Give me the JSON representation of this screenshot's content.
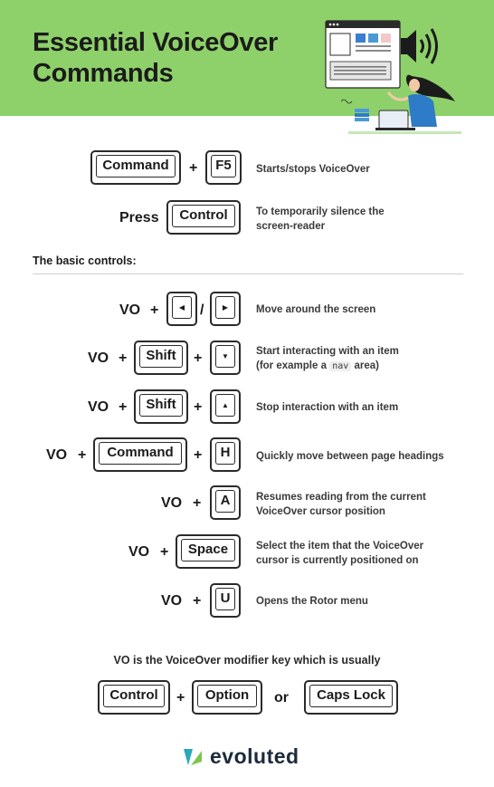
{
  "header": {
    "title_line1": "Essential VoiceOver",
    "title_line2": "Commands"
  },
  "commands_top": [
    {
      "keys": [
        "Command",
        "F5"
      ],
      "description": "Starts/stops VoiceOver"
    },
    {
      "prefix": "Press",
      "keys": [
        "Control"
      ],
      "description_line1": "To temporarily silence the",
      "description_line2": "screen-reader"
    }
  ],
  "section_label": "The basic controls:",
  "vo_label": "VO",
  "plus": "+",
  "slash": "/",
  "or_label": "or",
  "controls": [
    {
      "keys": [
        "◀",
        "▶"
      ],
      "icons": [
        "left-arrow-key",
        "right-arrow-key"
      ],
      "description_line1": "Move around the screen",
      "description_line2": ""
    },
    {
      "keys": [
        "Shift",
        "▼"
      ],
      "icons": [
        "down-arrow-key"
      ],
      "description_line1": "Start interacting with an item",
      "description_line2_pre": "(for example a",
      "description_code": "nav",
      "description_line2_post": "area)"
    },
    {
      "keys": [
        "Shift",
        "▲"
      ],
      "icons": [
        "up-arrow-key"
      ],
      "description_line1": "Stop interaction with an item",
      "description_line2": ""
    },
    {
      "keys": [
        "Command",
        "H"
      ],
      "description_line1": "Quickly move between page headings",
      "description_line2": ""
    },
    {
      "keys": [
        "A"
      ],
      "description_line1": "Resumes reading from the current",
      "description_line2": "VoiceOver cursor position"
    },
    {
      "keys": [
        "Space"
      ],
      "description_line1": "Select the item that the VoiceOver",
      "description_line2": "cursor is currently positioned on"
    },
    {
      "keys": [
        "U"
      ],
      "description_line1": "Opens the Rotor menu",
      "description_line2": ""
    }
  ],
  "modifier_note": "VO is the VoiceOver modifier key which is usually",
  "modifier_keys": [
    "Control",
    "Option",
    "Caps Lock"
  ],
  "logo": {
    "text": "evoluted",
    "icon": "evoluted-logo-icon"
  },
  "colors": {
    "header_bg": "#8ed16a",
    "logo_teal": "#2aa7b8",
    "logo_green": "#7dc64f",
    "text": "#1b1b1b"
  }
}
